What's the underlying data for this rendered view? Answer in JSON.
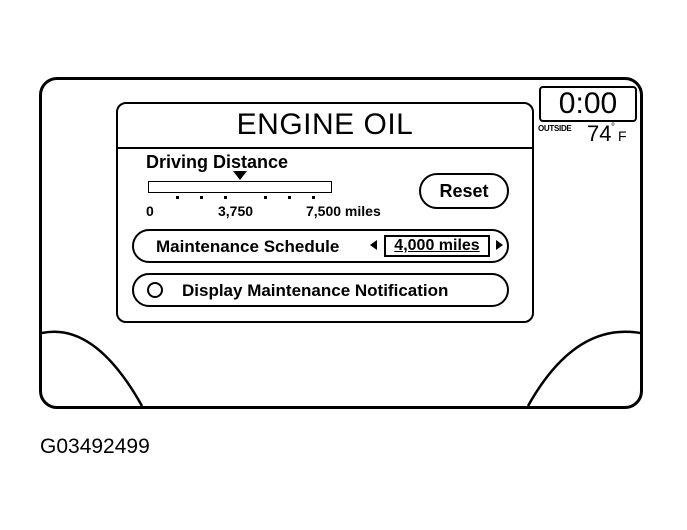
{
  "screen": {
    "title": "ENGINE OIL",
    "driving_distance": {
      "label": "Driving Distance",
      "scale_labels": [
        "0",
        "3,750",
        "7,500 miles"
      ],
      "progress_fraction": 0.5
    },
    "reset_button": "Reset",
    "maintenance_schedule": {
      "label": "Maintenance Schedule",
      "value": "4,000 miles"
    },
    "notification": {
      "label": "Display Maintenance Notification",
      "checked": false
    }
  },
  "status": {
    "clock": "0:00",
    "outside_label": "OUTSIDE",
    "temperature": "74",
    "degree_symbol": "°",
    "unit": "F"
  },
  "caption": "G03492499"
}
